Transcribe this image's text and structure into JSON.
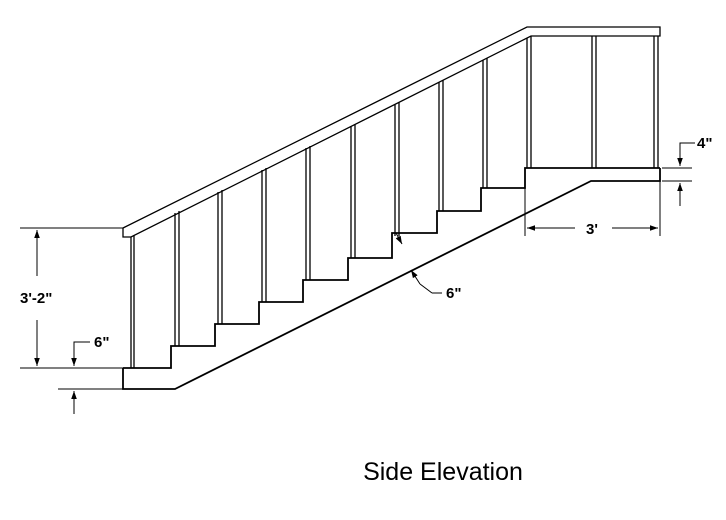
{
  "caption": "Side Elevation",
  "dimensions": {
    "total_height": "3'-2\"",
    "bottom_offset": "6\"",
    "tread_depth": "6\"",
    "landing_width": "3'",
    "landing_thickness": "4\""
  }
}
